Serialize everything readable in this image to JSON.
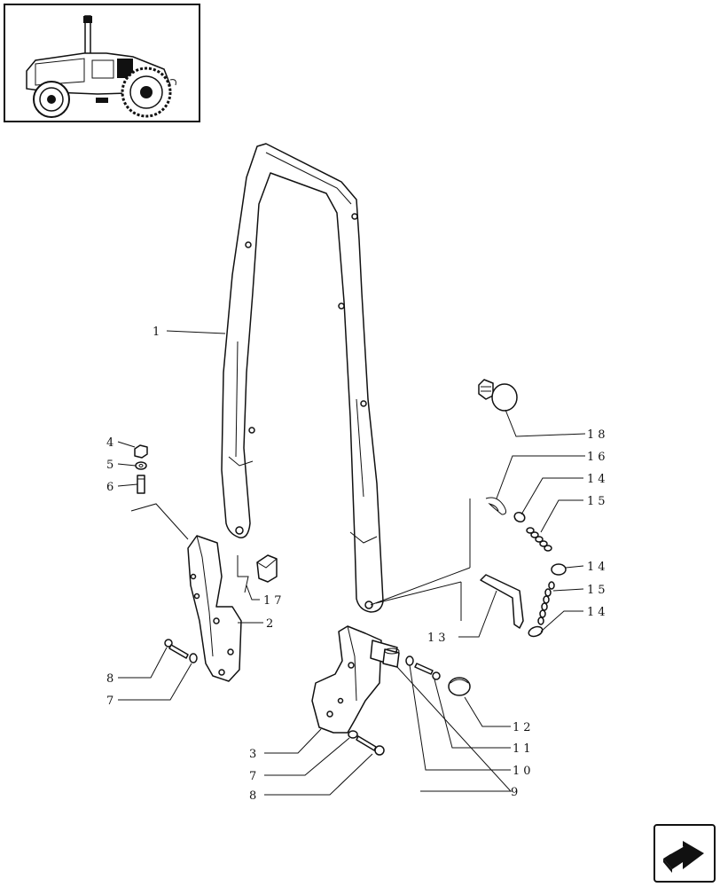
{
  "diagram": {
    "thumbnail_label": "tractor-overview",
    "callouts": [
      {
        "id": "c1",
        "text": "1"
      },
      {
        "id": "c2",
        "text": "2"
      },
      {
        "id": "c3",
        "text": "3"
      },
      {
        "id": "c4",
        "text": "4"
      },
      {
        "id": "c5",
        "text": "5"
      },
      {
        "id": "c6",
        "text": "6"
      },
      {
        "id": "c7a",
        "text": "7"
      },
      {
        "id": "c7b",
        "text": "7"
      },
      {
        "id": "c8a",
        "text": "8"
      },
      {
        "id": "c8b",
        "text": "8"
      },
      {
        "id": "c9",
        "text": "9"
      },
      {
        "id": "c10",
        "text": "10"
      },
      {
        "id": "c11",
        "text": "11"
      },
      {
        "id": "c12",
        "text": "12"
      },
      {
        "id": "c13",
        "text": "13"
      },
      {
        "id": "c14a",
        "text": "14"
      },
      {
        "id": "c14b",
        "text": "14"
      },
      {
        "id": "c14c",
        "text": "14"
      },
      {
        "id": "c15a",
        "text": "15"
      },
      {
        "id": "c15b",
        "text": "15"
      },
      {
        "id": "c16",
        "text": "16"
      },
      {
        "id": "c17",
        "text": "17"
      },
      {
        "id": "c18",
        "text": "18"
      }
    ],
    "nav_icon": "next-page-arrow-icon"
  }
}
